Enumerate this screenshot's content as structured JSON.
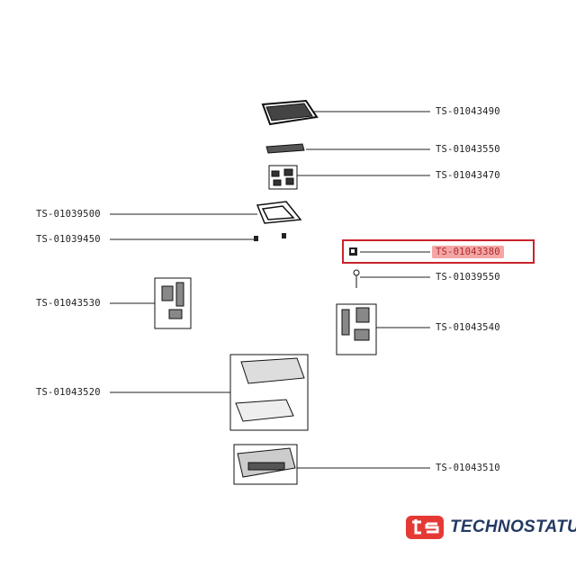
{
  "parts": {
    "p1": "TS-01043490",
    "p2": "TS-01043550",
    "p3": "TS-01043470",
    "p4": "TS-01039500",
    "p5": "TS-01039450",
    "p6": "TS-01043380",
    "p7": "TS-01039550",
    "p8": "TS-01043530",
    "p9": "TS-01043540",
    "p10": "TS-01043520",
    "p11": "TS-01043510"
  },
  "highlighted_part": "TS-01043380",
  "brand": {
    "name": "TECHNOSTATUS",
    "logo_mark": "ts",
    "color": "#e53935",
    "text_color": "#233a63"
  }
}
